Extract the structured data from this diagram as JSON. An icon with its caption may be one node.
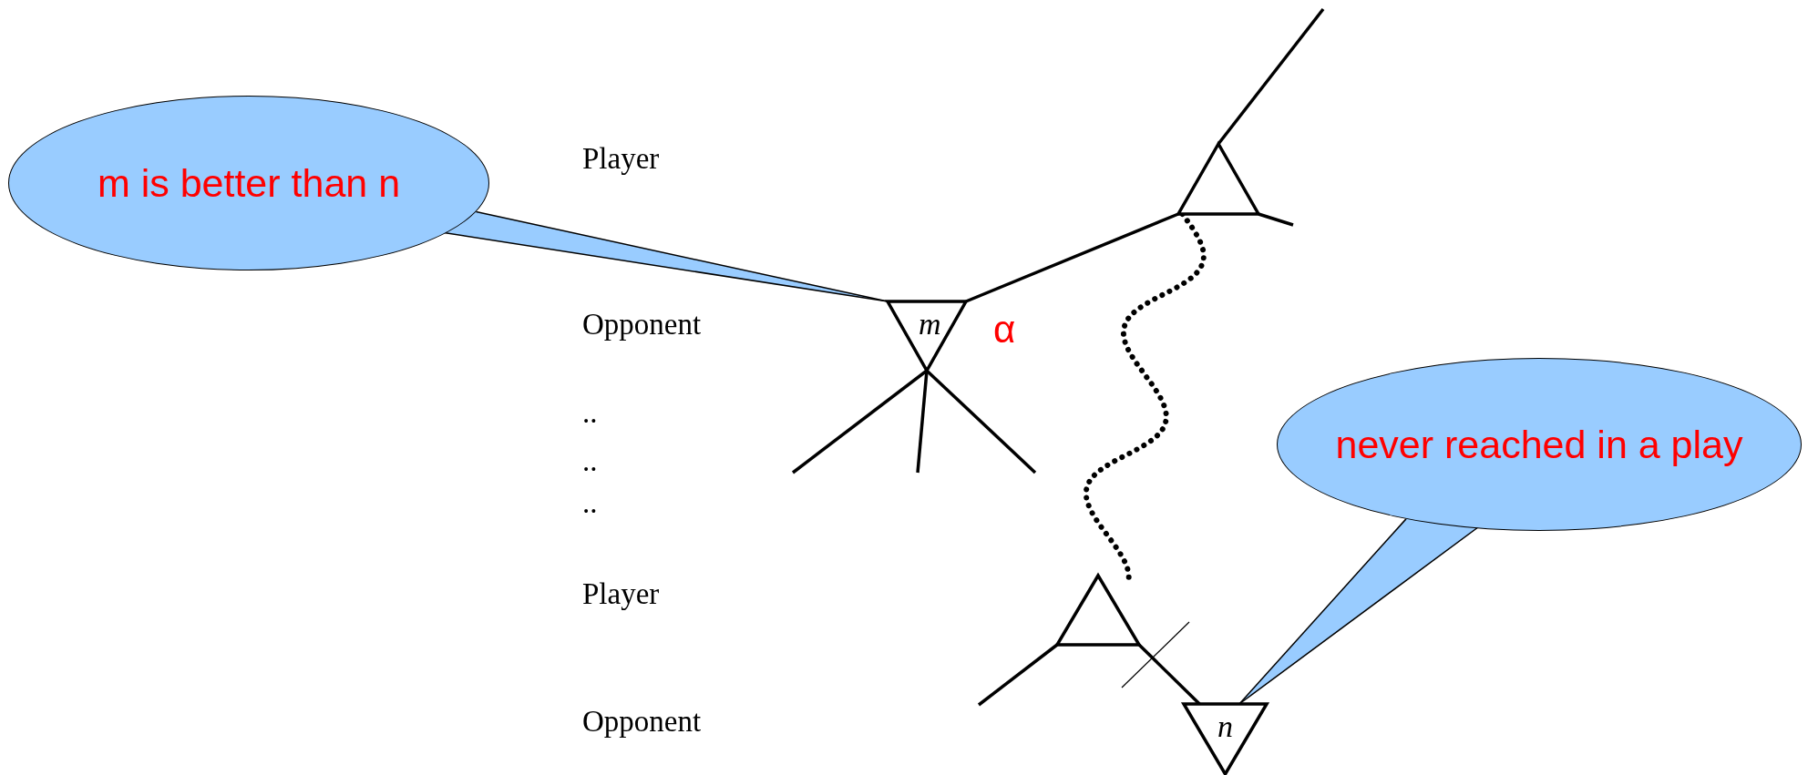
{
  "diagram": {
    "nodes": [
      {
        "text": [
          "m is better than n"
        ]
      },
      {
        "text": [],
        "shape": "triangle"
      },
      {
        "text": [
          "m"
        ],
        "beside": [
          "α"
        ]
      },
      {
        "text": [],
        "shape": "triangle"
      },
      {
        "text": [
          "n"
        ]
      },
      {
        "text": [
          "never reached in a play"
        ]
      }
    ],
    "edges": [
      {
        "from": null,
        "to": 1,
        "arrow": "none"
      },
      {
        "from": 1,
        "to": 2,
        "arrow": "none"
      },
      {
        "from": 1,
        "to": null,
        "arrow": "none"
      },
      {
        "from": 1,
        "to": 3,
        "arrow": "none",
        "style": "dashed"
      },
      {
        "from": 2,
        "to": null,
        "arrow": "none"
      },
      {
        "from": 2,
        "to": null,
        "arrow": "none"
      },
      {
        "from": 2,
        "to": null,
        "arrow": "none"
      },
      {
        "from": 3,
        "to": null,
        "arrow": "none"
      },
      {
        "from": 3,
        "to": 4,
        "arrow": "none"
      },
      {
        "from": 0,
        "to": 2,
        "arrow": "none"
      },
      {
        "from": 5,
        "to": 4,
        "arrow": "none"
      }
    ],
    "labels": [
      "Player",
      "Opponent",
      "..",
      "..",
      "..",
      "Player",
      "Opponent"
    ]
  }
}
